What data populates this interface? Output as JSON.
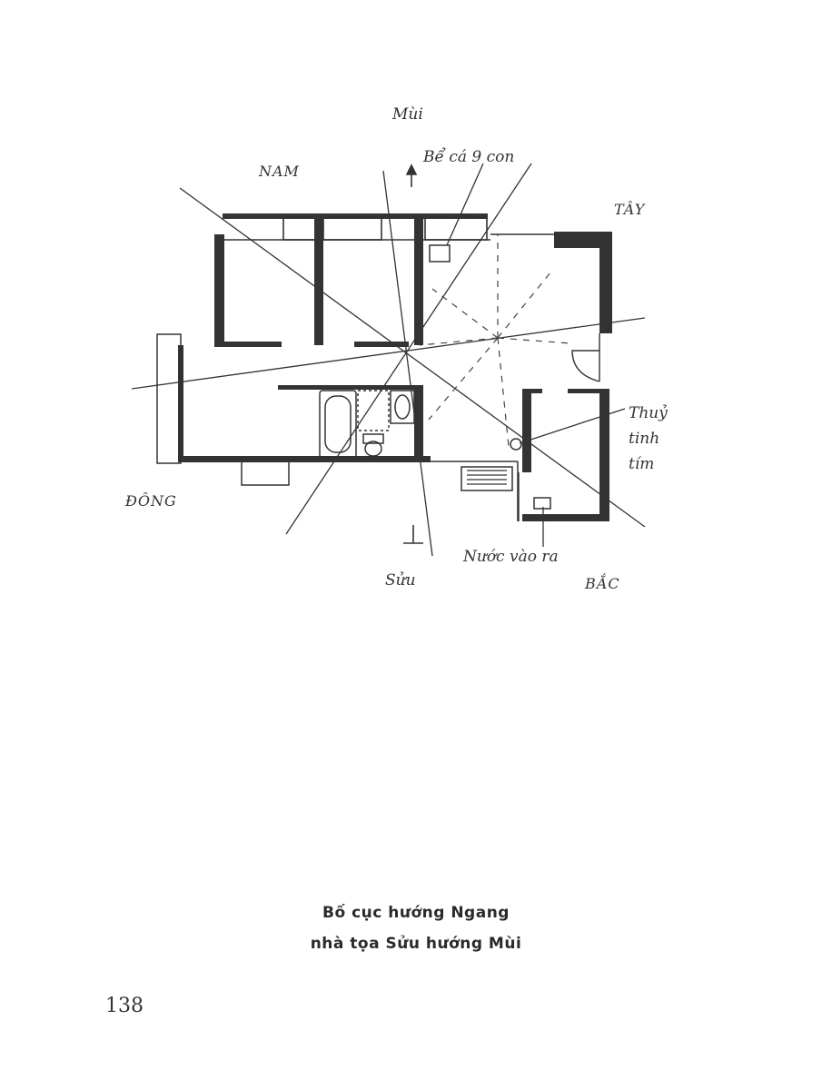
{
  "diagram": {
    "labels": {
      "mui": "Mùi",
      "be_ca": "Bể cá 9 con",
      "nam": "NAM",
      "tay": "TÂY",
      "thuy_1": "Thuỷ",
      "thuy_2": "tinh",
      "thuy_3": "tím",
      "dong": "ĐÔNG",
      "nuoc_vao_ra": "Nước vào ra",
      "suu": "Sửu",
      "bac": "BẮC"
    }
  },
  "caption": {
    "line1": "Bố cục hướng Ngang",
    "line2": "nhà tọa Sửu hướng Mùi"
  },
  "page_number": "138"
}
